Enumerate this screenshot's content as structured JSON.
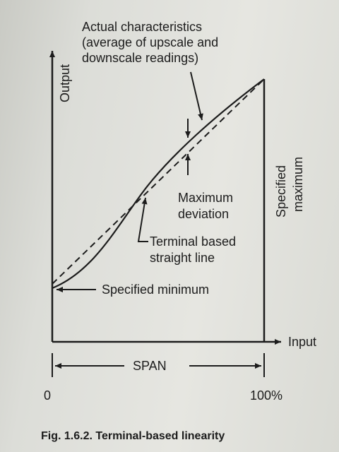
{
  "diagram": {
    "output_axis_label": "Output",
    "input_axis_label": "Input",
    "actual_line1": "Actual characteristics",
    "actual_line2": "(average of upscale and",
    "actual_line3": "downscale readings)",
    "max_dev_line1": "Maximum",
    "max_dev_line2": "deviation",
    "terminal_line1": "Terminal based",
    "terminal_line2": "straight line",
    "specified_minimum": "Specified minimum",
    "specified_maximum_line1": "Specified",
    "specified_maximum_line2": "maximum",
    "span_label": "SPAN",
    "zero_label": "0",
    "hundred_label": "100%"
  },
  "caption": "Fig. 1.6.2. Terminal-based linearity",
  "colors": {
    "ink": "#1c1c1c",
    "paper": "#e4e4df"
  }
}
